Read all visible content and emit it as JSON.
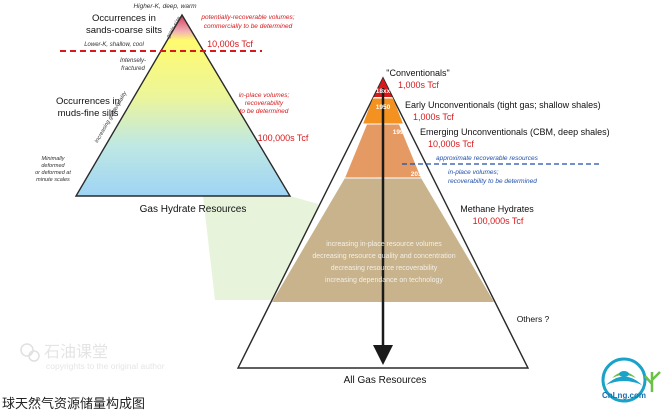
{
  "left_pyramid": {
    "title": "Gas Hydrate Resources",
    "tip_label": "Higher-K, deep, warm",
    "zone_top": {
      "line1": "Occurrences in",
      "line2": "sands-coarse silts"
    },
    "zone_mid": {
      "line1": "Occurrences in",
      "line2": "muds-fine silts"
    },
    "boundary_label": "Lower-K, shallow, cool",
    "fractured": {
      "line1": "Intensely-",
      "line2": "fractured"
    },
    "min_deformed": {
      "line1": "Minimally",
      "line2": "deformed",
      "line3": "or deformed at",
      "line4": "minute scales"
    },
    "diag_label": "Increasing grade/quality",
    "edge_label_top": "grain-size",
    "recoverable": {
      "line1": "potentially-recoverable volumes;",
      "line2": "commercially to be determined"
    },
    "tcf_top": "10,000s Tcf",
    "inplace": {
      "line1": "in-place volumes;",
      "line2": "recoverability",
      "line3": "to be determined"
    },
    "tcf_bottom": "100,000s Tcf"
  },
  "right_pyramid": {
    "title": "All Gas Resources",
    "others": "Others ?",
    "levels": [
      {
        "year": "18xx",
        "name": "\"Conventionals\"",
        "tcf": "1,000s Tcf",
        "color": "#d7191c"
      },
      {
        "year": "1950",
        "name": "Early Unconventionals (tight gas; shallow shales)",
        "tcf": "1,000s Tcf",
        "color": "#f39221"
      },
      {
        "year": "1990",
        "name": "Emerging Unconventionals (CBM, deep shales)",
        "tcf": "10,000s Tcf",
        "color": "#e69a63"
      },
      {
        "year": "2030",
        "name": "Methane Hydrates",
        "tcf": "100,000s Tcf",
        "color": "#c8b38c"
      }
    ],
    "approx": "approximate recoverable resources",
    "inplace": {
      "line1": "in-place volumes;",
      "line2": "recoverability to be determined"
    },
    "arrow_text": {
      "line1": "increasing in-place resource volumes",
      "line2": "decreasing resource quality and concentration",
      "line3": "decreasing resource recoverability",
      "line4": "increasing dependance on technology"
    }
  },
  "watermark": {
    "main": "石油课堂",
    "sub": "copyrights to the original author"
  },
  "caption": "球天然气资源储量构成图",
  "logo": {
    "text": "CnLng.com"
  },
  "colors": {
    "red": "#d7191c",
    "blue": "#1f4fa8",
    "orange": "#f39221",
    "tan": "#c8b38c"
  }
}
